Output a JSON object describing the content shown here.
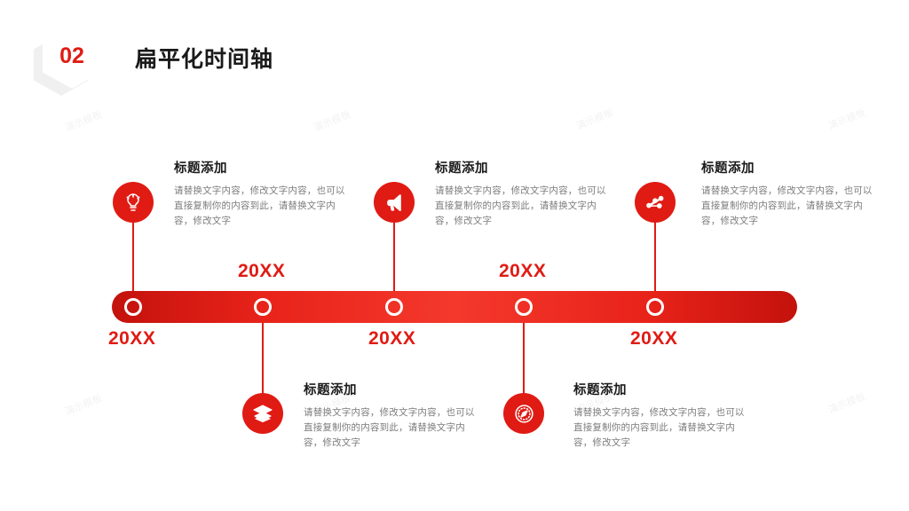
{
  "header": {
    "section_number": "02",
    "title": "扁平化时间轴"
  },
  "timeline": {
    "bar_color": "#e8231a",
    "accent_color": "#e01b14",
    "nodes": [
      {
        "id": "n1",
        "year": "20XX",
        "title": "标题添加",
        "body": "请替换文字内容，修改文字内容，也可以直接复制你的内容到此，请替换文字内容，修改文字",
        "icon": "lightbulb-icon",
        "position": "above"
      },
      {
        "id": "n2",
        "year": "20XX",
        "title": "标题添加",
        "body": "请替换文字内容，修改文字内容，也可以直接复制你的内容到此，请替换文字内容，修改文字",
        "icon": "layers-icon",
        "position": "below"
      },
      {
        "id": "n3",
        "year": "20XX",
        "title": "标题添加",
        "body": "请替换文字内容，修改文字内容，也可以直接复制你的内容到此，请替换文字内容，修改文字",
        "icon": "megaphone-icon",
        "position": "above"
      },
      {
        "id": "n4",
        "year": "20XX",
        "title": "标题添加",
        "body": "请替换文字内容，修改文字内容，也可以直接复制你的内容到此，请替换文字内容，修改文字",
        "icon": "compass-icon",
        "position": "below"
      },
      {
        "id": "n5",
        "year": "20XX",
        "title": "标题添加",
        "body": "请替换文字内容，修改文字内容，也可以直接复制你的内容到此，请替换文字内容，修改文字",
        "icon": "network-icon",
        "position": "above"
      }
    ]
  },
  "watermarks": [
    "演示模板",
    "演示模板",
    "演示模板",
    "演示模板",
    "演示模板",
    "演示模板",
    "演示模板",
    "演示模板"
  ]
}
